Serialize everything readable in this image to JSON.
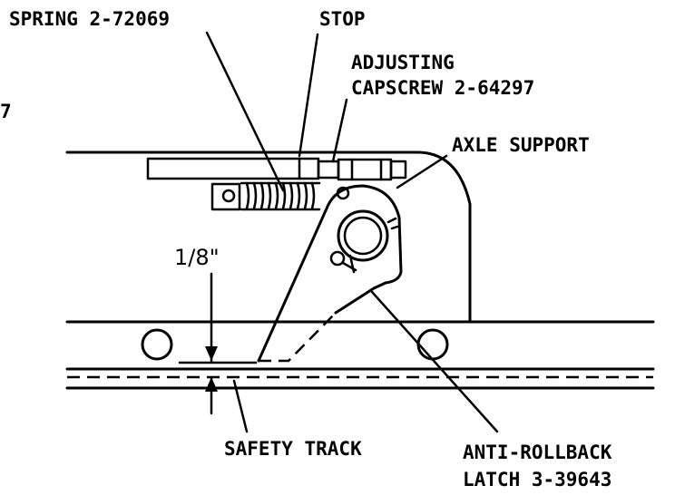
{
  "labels": {
    "spring": "SPRING 2-72069",
    "stop": "STOP",
    "adjusting_line1": "ADJUSTING",
    "adjusting_line2": "CAPSCREW 2-64297",
    "fig_number": "7",
    "axle_support": "AXLE SUPPORT",
    "dimension": "1/8\"",
    "safety_track": "SAFETY TRACK",
    "anti_rollback_line1": "ANTI-ROLLBACK",
    "anti_rollback_line2": "LATCH 3-39643"
  }
}
